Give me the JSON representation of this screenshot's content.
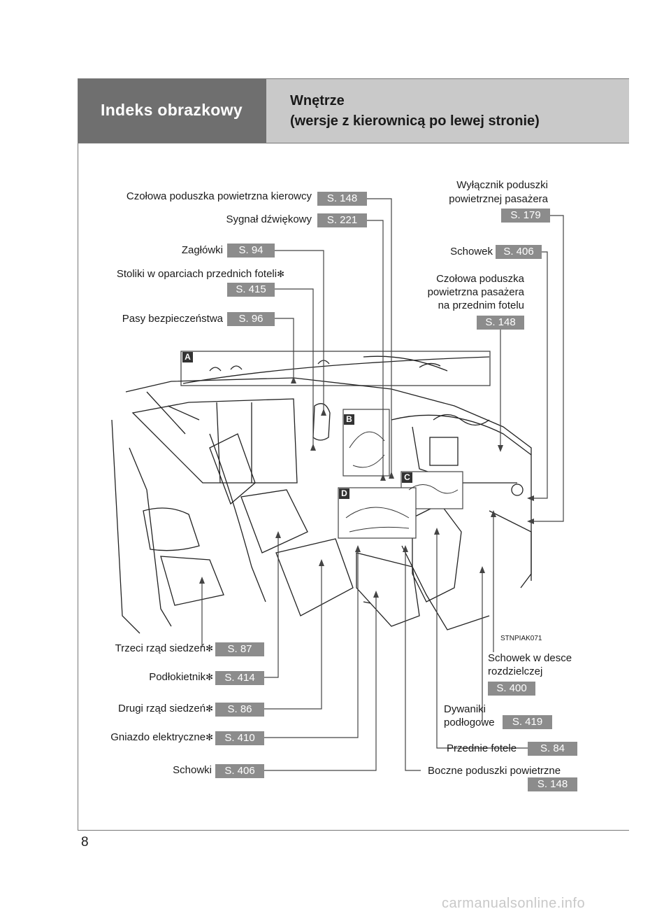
{
  "header": {
    "section_title": "Indeks obrazkowy",
    "page_title_line1": "Wnętrze",
    "page_title_line2": "(wersje z kierownicą po lewej stronie)"
  },
  "callouts": {
    "driver_airbag": {
      "label": "Czołowa poduszka powietrzna kierowcy",
      "page": "S. 148"
    },
    "horn": {
      "label": "Sygnał dźwiękowy",
      "page": "S. 221"
    },
    "headrests": {
      "label": "Zagłówki",
      "page": "S. 94"
    },
    "seatback_tables": {
      "label": "Stoliki w oparciach przednich foteli",
      "page": "S. 415"
    },
    "seat_belts": {
      "label": "Pasy bezpieczeństwa",
      "page": "S. 96"
    },
    "airbag_switch": {
      "label_line1": "Wyłącznik poduszki",
      "label_line2": "powietrznej pasażera",
      "page": "S. 179"
    },
    "glovebox": {
      "label": "Schowek",
      "page": "S. 406"
    },
    "passenger_airbag": {
      "label_line1": "Czołowa poduszka",
      "label_line2": "powietrzna pasażera",
      "label_line3": "na przednim fotelu",
      "page": "S. 148"
    },
    "third_row": {
      "label": "Trzeci rząd siedzeń",
      "page": "S. 87"
    },
    "armrest": {
      "label": "Podłokietnik",
      "page": "S. 414"
    },
    "second_row": {
      "label": "Drugi rząd siedzeń",
      "page": "S. 86"
    },
    "power_outlet": {
      "label": "Gniazdo elektryczne",
      "page": "S. 410"
    },
    "storage": {
      "label": "Schowki",
      "page": "S. 406"
    },
    "dash_storage": {
      "label_line1": "Schowek w desce",
      "label_line2": "rozdzielczej",
      "page": "S. 400"
    },
    "floor_mats": {
      "label_line1": "Dywaniki",
      "label_line2": "podłogowe",
      "page": "S. 419"
    },
    "front_seats": {
      "label": "Przednie fotele",
      "page": "S. 84"
    },
    "side_airbags": {
      "label": "Boczne poduszki powietrzne",
      "page": "S. 148"
    }
  },
  "star_symbol": "✻",
  "inset_labels": [
    "A",
    "B",
    "C",
    "D"
  ],
  "image_code": "STNPIAK071",
  "page_number": "8",
  "watermark": "carmanualsonline.info",
  "colors": {
    "header_dark": "#6f6f6f",
    "header_light": "#c9c9c9",
    "badge": "#8c8c8c"
  }
}
